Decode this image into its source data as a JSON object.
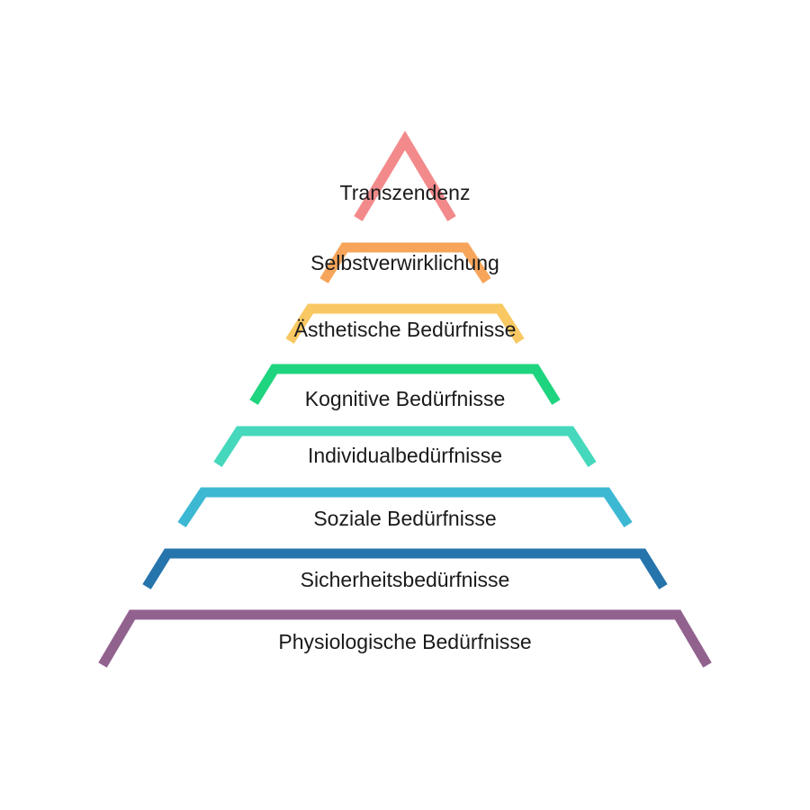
{
  "levels": [
    {
      "label": "Transzendenz",
      "color": "#f28a8c"
    },
    {
      "label": "Selbstverwirklichung",
      "color": "#f7a55a"
    },
    {
      "label": "Ästhetische Bedürfnisse",
      "color": "#f9c862"
    },
    {
      "label": "Kognitive Bedürfnisse",
      "color": "#1fd47e"
    },
    {
      "label": "Individualbedürfnisse",
      "color": "#45d8bc"
    },
    {
      "label": "Soziale Bedürfnisse",
      "color": "#3cb8d3"
    },
    {
      "label": "Sicherheitsbedürfnisse",
      "color": "#2674ac"
    },
    {
      "label": "Physiologische Bedürfnisse",
      "color": "#92628f"
    }
  ]
}
